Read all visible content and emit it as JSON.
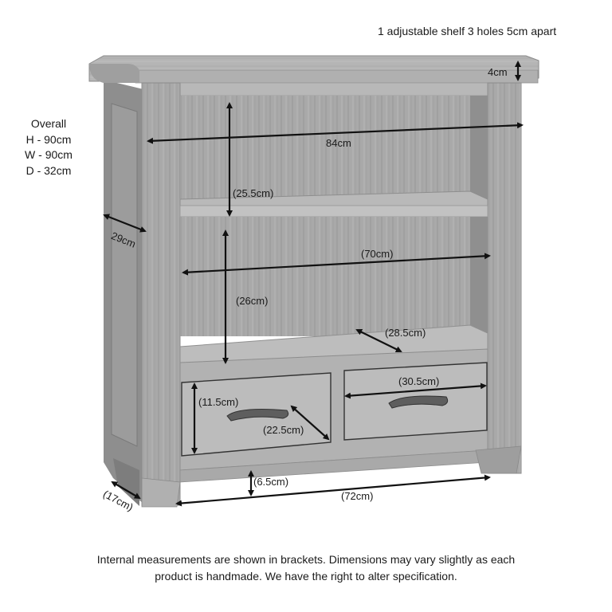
{
  "title_note": "1 adjustable shelf 3 holes 5cm apart",
  "overall": {
    "heading": "Overall",
    "height": "H - 90cm",
    "width": "W - 90cm",
    "depth": "D - 32cm"
  },
  "dimensions": {
    "top_thickness": "4cm",
    "external_width": "84cm",
    "side_depth": "29cm",
    "upper_shelf_height": "(25.5cm)",
    "internal_width": "(70cm)",
    "lower_shelf_height": "(26cm)",
    "shelf_depth": "(28.5cm)",
    "drawer_height": "(11.5cm)",
    "drawer_depth": "(22.5cm)",
    "drawer_width": "(30.5cm)",
    "leg_clearance": "(6.5cm)",
    "base_width": "(72cm)",
    "leg_depth": "(17cm)"
  },
  "footer": {
    "line1": "Internal measurements are shown in brackets. Dimensions may vary slightly as each",
    "line2": "product is handmade. We have the right to alter specification."
  },
  "colors": {
    "wood_light": "#b8b8b8",
    "wood_mid": "#9a9a9a",
    "wood_dark": "#6e6e6e",
    "back_panel": "#a6a6a6",
    "arrow": "#111111"
  }
}
